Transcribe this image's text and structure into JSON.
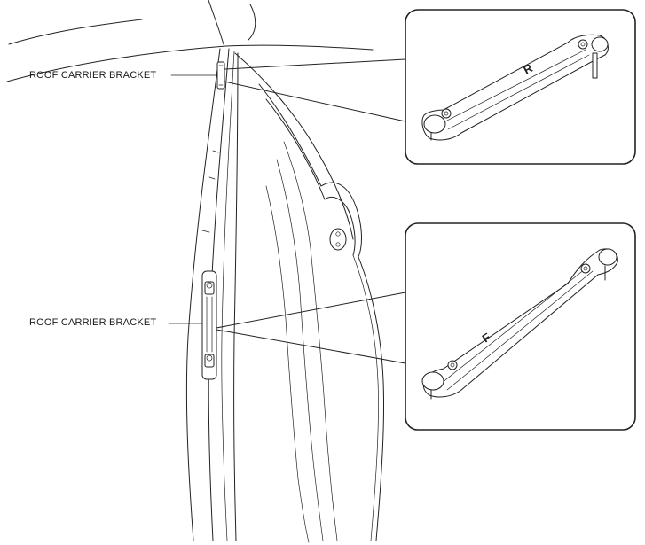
{
  "labels": {
    "top_bracket": "ROOF CARRIER BRACKET",
    "bottom_bracket": "ROOF CARRIER BRACKET"
  },
  "detail_marks": {
    "rear": "R",
    "front": "F"
  }
}
